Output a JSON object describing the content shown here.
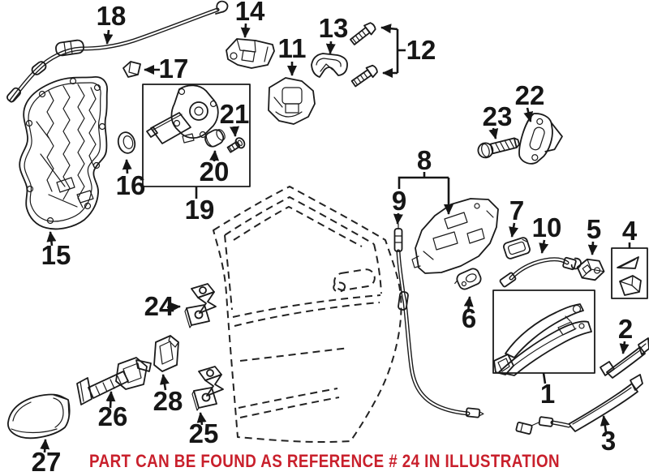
{
  "diagram": {
    "caption": {
      "text": "PART CAN BE FOUND AS REFERENCE # 24 IN ILLUSTRATION",
      "color": "#c9202c"
    },
    "colors": {
      "background": "#ffffff",
      "line": "#1a1a1a",
      "label": "#161616"
    },
    "labels": {
      "n1": "1",
      "n2": "2",
      "n3": "3",
      "n4": "4",
      "n5": "5",
      "n6": "6",
      "n7": "7",
      "n8": "8",
      "n9": "9",
      "n10": "10",
      "n11": "11",
      "n12": "12",
      "n13": "13",
      "n14": "14",
      "n15": "15",
      "n16": "16",
      "n17": "17",
      "n18": "18",
      "n19": "19",
      "n20": "20",
      "n21": "21",
      "n22": "22",
      "n23": "23",
      "n24": "24",
      "n25": "25",
      "n26": "26",
      "n27": "27",
      "n28": "28"
    }
  }
}
